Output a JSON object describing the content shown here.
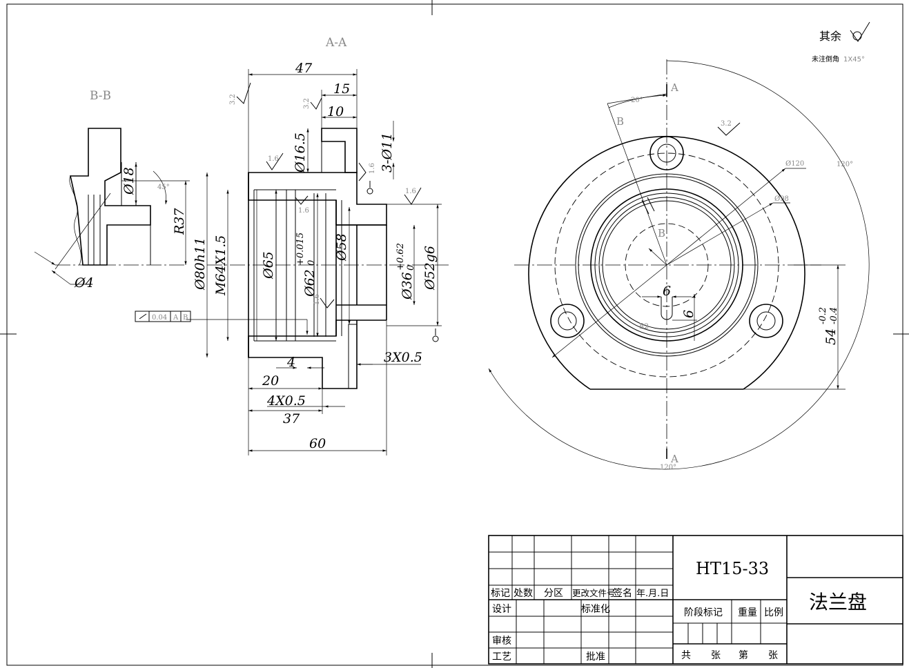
{
  "views": {
    "section_aa": "A-A",
    "section_bb": "B-B"
  },
  "notes": {
    "roughness_rest": "其余",
    "chamfer_note_label": "未注倒角",
    "chamfer_note_value": "1X45°"
  },
  "dims_aa": {
    "d47": "47",
    "d15": "15",
    "d10": "10",
    "d16_5": "Ø16.5",
    "d3_11": "3-Ø11",
    "d80": "Ø80h11",
    "m64": "M64X1.5",
    "d65": "Ø65",
    "d62": "Ø62",
    "d62_tol_up": "+0.015",
    "d62_tol_lo": "0",
    "d58": "Ø58",
    "d36": "Ø36",
    "d36_tol_up": "+0.62",
    "d36_tol_lo": "0",
    "d52": "Ø52g6",
    "d4": "4",
    "d20": "20",
    "d3x05": "3X0.5",
    "d4x05": "4X0.5",
    "d37": "37",
    "d60": "60"
  },
  "dims_bb": {
    "d18": "Ø18",
    "r37": "R37",
    "d4": "Ø4",
    "ang45": "45°"
  },
  "roughness": {
    "r32": "3.2",
    "r16": "1.6"
  },
  "tolerance_frame": {
    "value": "0.04",
    "datum1": "A",
    "datum2": "B"
  },
  "dims_front": {
    "angle20": "20°",
    "angle120a": "120°",
    "angle120b": "120°",
    "d120": "Ø120",
    "d98": "Ø98",
    "d6a": "6",
    "d6b": "6",
    "r2": "R2",
    "d54": "54",
    "d54_tol_up": "-0.2",
    "d54_tol_lo": "-0.4",
    "label_a_top": "A",
    "label_a_bottom": "A",
    "label_b_top": "B",
    "label_b_mid": "B"
  },
  "title_block": {
    "drawing_number": "HT15-33",
    "part_name": "法兰盘",
    "hdr_mark": "标记",
    "hdr_count": "处数",
    "hdr_zone": "分区",
    "hdr_doc": "更改文件号",
    "hdr_sign": "签名",
    "hdr_date": "年.月.日",
    "design": "设计",
    "standardize": "标准化",
    "review": "审核",
    "process": "工艺",
    "approve": "批准",
    "stage_mark": "阶段标记",
    "weight": "重量",
    "scale": "比例",
    "total": "共",
    "sheets1": "张",
    "sheet_no": "第",
    "sheets2": "张"
  }
}
